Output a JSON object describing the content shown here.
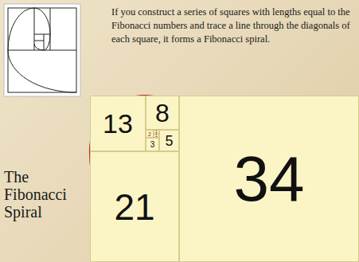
{
  "diagram": {
    "title": "The Fibonacci Spiral",
    "nodes": [
      {
        "text": [
          "13"
        ]
      },
      {
        "text": [
          "8"
        ]
      },
      {
        "text": [
          "2"
        ]
      },
      {
        "text": [
          "1"
        ]
      },
      {
        "text": [
          "1"
        ]
      },
      {
        "text": [
          "3"
        ]
      },
      {
        "text": [
          "5"
        ]
      },
      {
        "text": [
          "21"
        ]
      },
      {
        "text": [
          "34"
        ]
      }
    ],
    "labels": [
      "If you construct a series of squares with lengths equal to the Fibonacci numbers and trace a line through the diagonals of each square, it forms a Fibonacci spiral."
    ]
  }
}
